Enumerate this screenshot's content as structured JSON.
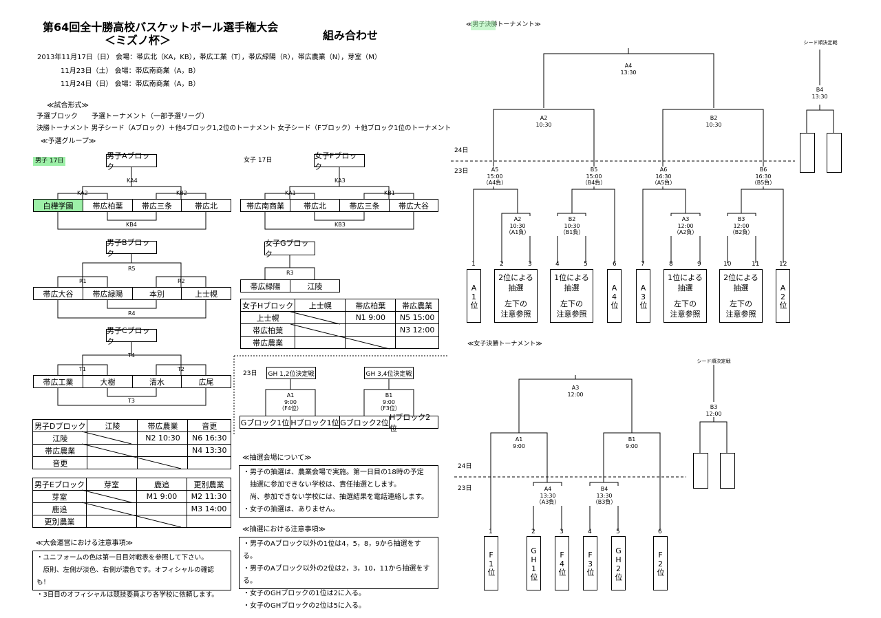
{
  "title": {
    "line1": "第64回全十勝高校バスケットボール選手権大会",
    "line2": "＜ミズノ杯＞",
    "kumiawase": "組み合わせ"
  },
  "dates": [
    "2013年11月17日（日） 会場：帯広北（KA，KB），帯広工業（T），帯広緑陽（R），帯広農業（N），芽室（M）",
    "11月23日（土） 会場：帯広南商業（A，B）",
    "11月24日（日） 会場：帯広南商業（A，B）"
  ],
  "format": {
    "heading": "≪試合形式≫",
    "line1": "予選ブロック　　予選トーナメント（一部予選リーグ）",
    "line2": "決勝トーナメント 男子シード（Aブロック）＋他4ブロック1,2位のトーナメント 女子シード（Fブロック）＋他ブロック1位のトーナメント",
    "groups_heading": "≪予選グループ≫"
  },
  "men17": "男子 17日",
  "women17": "女子 17日",
  "blockA": {
    "title": "男子Aブロック",
    "final": "KA4",
    "semis": [
      "KA2",
      "KB2"
    ],
    "third": "KB4",
    "teams": [
      "白樺学園",
      "帯広柏葉",
      "帯広三条",
      "帯広北"
    ]
  },
  "blockB": {
    "title": "男子Bブロック",
    "final": "R5",
    "semis": [
      "R1",
      "R2"
    ],
    "third": "R4",
    "teams": [
      "帯広大谷",
      "帯広緑陽",
      "本別",
      "上士幌"
    ]
  },
  "blockC": {
    "title": "男子Cブロック",
    "final": "T4",
    "semis": [
      "T1",
      "T2"
    ],
    "third": "T3",
    "teams": [
      "帯広工業",
      "大樹",
      "清水",
      "広尾"
    ]
  },
  "blockF": {
    "title": "女子Fブロック",
    "final": "KA3",
    "semis": [
      "KA1",
      "KB1"
    ],
    "third": "KB3",
    "teams": [
      "帯広南商業",
      "帯広北",
      "帯広三条",
      "帯広大谷"
    ]
  },
  "blockG": {
    "title": "女子Gブロック",
    "match": "R3",
    "teams": [
      "帯広緑陽",
      "江陵"
    ]
  },
  "blockH": {
    "header": [
      "女子Hブロック",
      "上士幌",
      "帯広柏葉",
      "帯広農業"
    ],
    "rows": [
      [
        "上士幌",
        "",
        "N1 9:00",
        "N5 15:00"
      ],
      [
        "帯広柏葉",
        "",
        "",
        "N3 12:00"
      ],
      [
        "帯広農業",
        "",
        "",
        ""
      ]
    ]
  },
  "blockD": {
    "header": [
      "男子Dブロック",
      "江陵",
      "帯広農業",
      "音更"
    ],
    "rows": [
      [
        "江陵",
        "",
        "N2 10:30",
        "N6 16:30"
      ],
      [
        "帯広農業",
        "",
        "",
        "N4 13:30"
      ],
      [
        "音更",
        "",
        "",
        ""
      ]
    ]
  },
  "blockE": {
    "header": [
      "男子Eブロック",
      "芽室",
      "鹿追",
      "更別農業"
    ],
    "rows": [
      [
        "芽室",
        "",
        "M1 9:00",
        "M2 11:30"
      ],
      [
        "鹿追",
        "",
        "",
        "M3 14:00"
      ],
      [
        "更別農業",
        "",
        "",
        ""
      ]
    ]
  },
  "gh": {
    "day": "23日",
    "left": {
      "title": "GH 1,2位決定戦",
      "game": "A1",
      "time": "9:00",
      "note": "（F4位）",
      "teams": [
        "Gブロック1位",
        "Hブロック1位"
      ]
    },
    "right": {
      "title": "GH 3,4位決定戦",
      "game": "B1",
      "time": "9:00",
      "note": "（F3位）",
      "teams": [
        "Gブロック2位",
        "Hブロック2位"
      ]
    }
  },
  "lottery_venue": {
    "heading": "≪抽選会場について≫",
    "lines": [
      "・男子の抽選は、農業会場で実施。第一日目の18時の予定",
      "　抽選に参加できない学校は、責任抽選とします。",
      "　尚、参加できない学校には、抽選結果を電話連絡します。",
      "・女子の抽選は、ありません。"
    ]
  },
  "lottery_notes": {
    "heading": "≪抽選における注意事項≫",
    "lines": [
      "・男子のAブロック以外の1位は4，5，8，9から抽選をする。",
      "・男子のAブロック以外の2位は2，3，10，11から抽選をする。",
      "・女子のGHブロックの1位は2に入る。",
      "・女子のGHブロックの2位は5に入る。"
    ]
  },
  "operation_notes": {
    "heading": "≪大会運営における注意事項≫",
    "lines": [
      "・ユニフォームの色は第一日目対戦表を参照して下さい。",
      "　原則、左側が淡色、右側が濃色です。オフィシャルの確認も！",
      "・3日目のオフィシャルは競技委員より各学校に依頼します。"
    ]
  },
  "men_final": {
    "heading": "≪男子決勝トーナメント≫",
    "seed_label": "シード順決定戦",
    "seed_game": {
      "id": "B4",
      "time": "13:30"
    },
    "day24": "24日",
    "day23": "23日",
    "top": {
      "id": "A4",
      "time": "13:30"
    },
    "semis": [
      {
        "id": "A2",
        "time": "10:30"
      },
      {
        "id": "B2",
        "time": "10:30"
      }
    ],
    "qf": [
      {
        "id": "A5",
        "time": "15:00",
        "note": "（A4負）"
      },
      {
        "id": "B5",
        "time": "15:00",
        "note": "（B4負）"
      },
      {
        "id": "A6",
        "time": "16:30",
        "note": "（A5負）"
      },
      {
        "id": "B6",
        "time": "16:30",
        "note": "（B5負）"
      }
    ],
    "r1": [
      {
        "id": "A2",
        "time": "10:30",
        "note": "（A1負）"
      },
      {
        "id": "B2",
        "time": "10:30",
        "note": "（B1負）"
      },
      {
        "id": "A3",
        "time": "12:00",
        "note": "（A2負）"
      },
      {
        "id": "B3",
        "time": "12:00",
        "note": "（B2負）"
      }
    ],
    "numbers": [
      "1",
      "2",
      "3",
      "4",
      "5",
      "6",
      "7",
      "8",
      "9",
      "10",
      "11",
      "12"
    ],
    "slots": [
      {
        "type": "v",
        "text": "A1位"
      },
      {
        "type": "h",
        "lines": [
          "2位による",
          "抽選",
          "",
          "左下の",
          "注意参照"
        ]
      },
      {
        "type": "h",
        "lines": [
          "1位による",
          "抽選",
          "",
          "左下の",
          "注意参照"
        ]
      },
      {
        "type": "v",
        "text": "A4位"
      },
      {
        "type": "v",
        "text": "A3位"
      },
      {
        "type": "h",
        "lines": [
          "1位による",
          "抽選",
          "",
          "左下の",
          "注意参照"
        ]
      },
      {
        "type": "h",
        "lines": [
          "2位による",
          "抽選",
          "",
          "左下の",
          "注意参照"
        ]
      },
      {
        "type": "v",
        "text": "A2位"
      }
    ]
  },
  "women_final": {
    "heading": "≪女子決勝トーナメント≫",
    "seed_label": "シード順決定戦",
    "seed_game": {
      "id": "B3",
      "time": "12:00"
    },
    "day24": "24日",
    "day23": "23日",
    "top": {
      "id": "A3",
      "time": "12:00"
    },
    "semis": [
      {
        "id": "A1",
        "time": "9:00"
      },
      {
        "id": "B1",
        "time": "9:00"
      }
    ],
    "r1": [
      {
        "id": "A4",
        "time": "13:30",
        "note": "（A3負）"
      },
      {
        "id": "B4",
        "time": "13:30",
        "note": "（B3負）"
      }
    ],
    "numbers": [
      "1",
      "2",
      "3",
      "4",
      "5",
      "6"
    ],
    "slots": [
      "F1位",
      "GH1位",
      "F4位",
      "F3位",
      "GH2位",
      "F2位"
    ]
  }
}
